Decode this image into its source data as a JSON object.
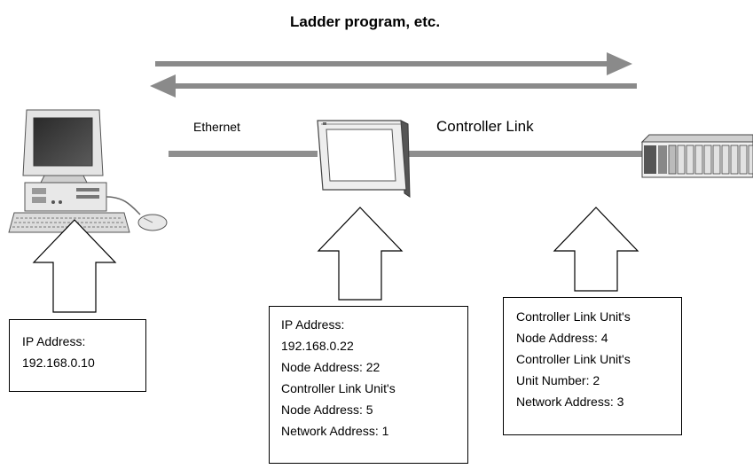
{
  "diagram": {
    "title": "Ladder program, etc.",
    "ethernet_label": "Ethernet",
    "controller_link_label": "Controller Link",
    "colors": {
      "line": "#8f8f8f",
      "arrow": "#8a8a8a",
      "box_border": "#000000"
    },
    "devices": {
      "pc": "personal-computer-icon",
      "pt": "programmable-terminal-icon",
      "plc": "plc-rack-icon"
    },
    "boxes": {
      "pc": [
        "IP Address:",
        "192.168.0.10"
      ],
      "pt": [
        "IP Address:",
        "192.168.0.22",
        "Node Address: 22",
        "Controller Link Unit's",
        "Node Address: 5",
        "Network Address: 1"
      ],
      "plc": [
        "Controller Link Unit's",
        "Node Address: 4",
        "Controller Link Unit's",
        "Unit Number: 2",
        "Network Address: 3"
      ]
    }
  }
}
